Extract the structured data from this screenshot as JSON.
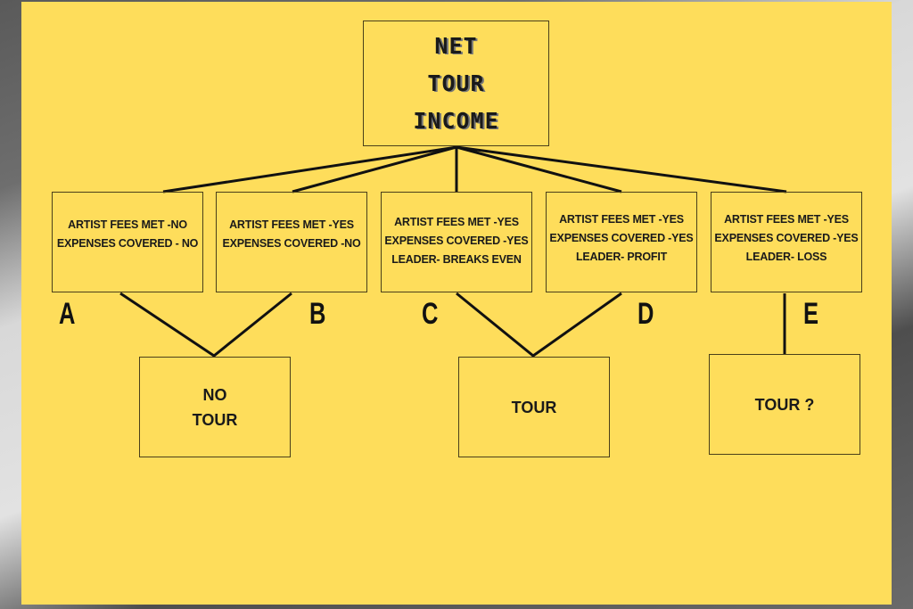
{
  "root": {
    "lines": [
      "NET",
      "TOUR",
      "INCOME"
    ]
  },
  "scenarios": [
    {
      "letter": "A",
      "lines": [
        "ARTIST FEES MET -NO",
        "EXPENSES COVERED - NO"
      ]
    },
    {
      "letter": "B",
      "lines": [
        "ARTIST FEES MET -YES",
        "EXPENSES COVERED -NO"
      ]
    },
    {
      "letter": "C",
      "lines": [
        "ARTIST FEES MET -YES",
        "EXPENSES COVERED -YES",
        "LEADER- BREAKS EVEN"
      ]
    },
    {
      "letter": "D",
      "lines": [
        "ARTIST FEES MET -YES",
        "EXPENSES COVERED -YES",
        "LEADER- PROFIT"
      ]
    },
    {
      "letter": "E",
      "lines": [
        "ARTIST FEES MET -YES",
        "EXPENSES COVERED -YES",
        "LEADER- LOSS"
      ]
    }
  ],
  "outcomes": [
    {
      "lines": [
        "NO",
        "TOUR"
      ]
    },
    {
      "lines": [
        "TOUR"
      ]
    },
    {
      "lines": [
        "TOUR ?"
      ]
    }
  ],
  "colors": {
    "background": "#fedd5b",
    "line": "#111111"
  }
}
